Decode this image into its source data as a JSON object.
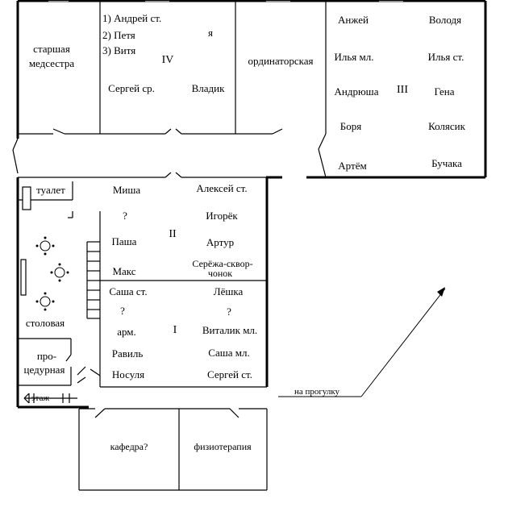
{
  "colors": {
    "ink": "#000000",
    "paper": "#ffffff",
    "wall_gray": "#999999"
  },
  "rooms": {
    "head_nurse": [
      "старшая",
      "медсестра"
    ],
    "staff_room": "ординаторская",
    "toilet": "туалет",
    "dining": "столовая",
    "procedure": [
      "про-",
      "цедурная"
    ],
    "stairs": "этаж",
    "department": "кафедра?",
    "physiotherapy": "физиотерапия",
    "walk_exit": "на прогулку"
  },
  "ward_numbers": {
    "ward4": "IV",
    "ward3": "III",
    "ward2": "II",
    "ward1": "I"
  },
  "ward4": {
    "list": [
      "1) Андрей ст.",
      "2) Петя",
      "3) Витя"
    ],
    "me": "я",
    "sergey": "Сергей ср.",
    "vladik": "Владик"
  },
  "ward3": {
    "left": [
      "Анжей",
      "Илья мл.",
      "Андрюша",
      "Боря",
      "Артём"
    ],
    "right": [
      "Володя",
      "Илья ст.",
      "Гена",
      "Колясик",
      "Бучака"
    ]
  },
  "ward2": {
    "left": [
      "Миша",
      "?",
      "Паша",
      "Макс"
    ],
    "right": [
      "Алексей ст.",
      "Игорёк",
      "Артур"
    ],
    "right_last": [
      "Серёжа-сквор-",
      "чонок"
    ]
  },
  "ward1": {
    "left": [
      "Саша ст.",
      "?",
      "арм.",
      "Равиль",
      "Носуля"
    ],
    "right": [
      "Лёшка",
      "?",
      "Виталик мл.",
      "Саша мл.",
      "Сергей ст."
    ]
  }
}
